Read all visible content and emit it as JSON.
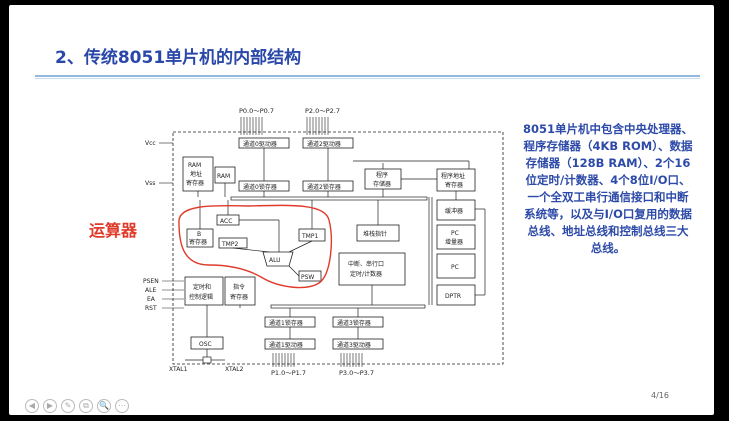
{
  "slide": {
    "title": "2、传统8051单片机的内部结构",
    "callout": "运算器",
    "description": "8051单片机中包含中央处理器、程序存储器（4KB ROM）、数据存储器（128B RAM）、2个16位定时/计数器、4个8位I/O口、一个全双工串行通信接口和中断系统等，以及与I/O口复用的数据总线、地址总线和控制总线三大总线。",
    "page": "4/16"
  },
  "diagram": {
    "ports": {
      "p0": "P0.0～P0.7",
      "p2": "P2.0～P2.7",
      "p1": "P1.0～P1.7",
      "p3": "P3.0～P3.7"
    },
    "left_pins": {
      "vcc": "Vcc",
      "vss": "Vss",
      "psen": "PSEN",
      "ale": "ALE",
      "ea": "EA",
      "rst": "RST",
      "xtal1": "XTAL1",
      "xtal2": "XTAL2"
    },
    "blocks": {
      "p0_driver": "通道0驱动器",
      "p2_driver": "通道2驱动器",
      "ram_addr_1": "RAM",
      "ram_addr_2": "地址",
      "ram_addr_3": "寄存器",
      "ram": "RAM",
      "p0_latch": "通道0锁存器",
      "p2_latch": "通道2锁存器",
      "rom_1": "程序",
      "rom_2": "存储器",
      "pc_addr_1": "程序地址",
      "pc_addr_2": "寄存器",
      "buffer": "缓冲器",
      "acc": "ACC",
      "b_1": "B",
      "b_2": "寄存器",
      "tmp2": "TMP2",
      "tmp1": "TMP1",
      "alu": "ALU",
      "psw": "PSW",
      "sp": "堆栈指针",
      "pc_inc_1": "PC",
      "pc_inc_2": "增量器",
      "pc": "PC",
      "intr_1": "中断、串行口",
      "intr_2": "定时/计数器",
      "timing_1": "定时和",
      "timing_2": "控制逻辑",
      "ir_1": "指令",
      "ir_2": "寄存器",
      "dptr": "DPTR",
      "p1_latch": "通道1锁存器",
      "p3_latch": "通道3锁存器",
      "osc": "OSC",
      "p1_driver": "通道1驱动器",
      "p3_driver": "通道3驱动器"
    }
  },
  "navbar": {
    "buttons": [
      "◀",
      "▶",
      "✎",
      "⧉",
      "🔍",
      "⋯"
    ]
  },
  "colors": {
    "title": "#2a48a8",
    "description": "#2d4aa8",
    "callout": "#e03a2a",
    "rule": "#93b8dc"
  }
}
